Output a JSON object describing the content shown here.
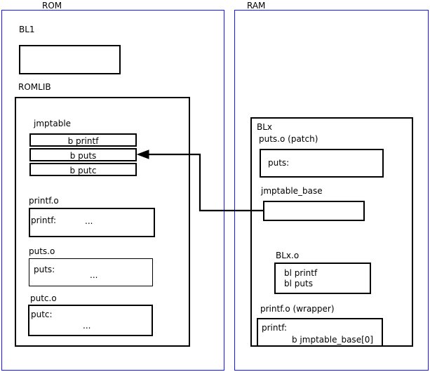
{
  "diagram": {
    "title_rom": "ROM",
    "title_ram": "RAM",
    "colors": {
      "region_border": "#1414ff",
      "box_border": "#000000",
      "background": "#ffffff",
      "text": "#000000"
    }
  },
  "rom": {
    "label": "ROM",
    "bl1": {
      "label": "BL1",
      "content": ""
    },
    "romlib": {
      "label": "ROMLIB",
      "jmptable": {
        "label": "jmptable",
        "entries": [
          {
            "text": "b printf"
          },
          {
            "text": "b puts"
          },
          {
            "text": "b putc"
          }
        ]
      },
      "objects": [
        {
          "label": "printf.o",
          "symbol": "printf:",
          "body": "..."
        },
        {
          "label": "puts.o",
          "symbol": "puts:",
          "body": "..."
        },
        {
          "label": "putc.o",
          "symbol": "putc:",
          "body": "..."
        }
      ]
    }
  },
  "ram": {
    "label": "RAM",
    "blx": {
      "label": "BLx",
      "puts_patch": {
        "label": "puts.o (patch)",
        "symbol": "puts:"
      },
      "jmptable_base": {
        "label": "jmptable_base",
        "content": ""
      },
      "blx_o": {
        "label": "BLx.o",
        "line1": "bl printf",
        "line2": "bl puts"
      },
      "printf_wrapper": {
        "label": "printf.o (wrapper)",
        "symbol": "printf:",
        "instruction": "b jmptable_base[0]"
      }
    }
  },
  "connector": {
    "name": "jmptable-base-to-puts-entry",
    "from": "jmptable_base",
    "to": "b puts"
  }
}
